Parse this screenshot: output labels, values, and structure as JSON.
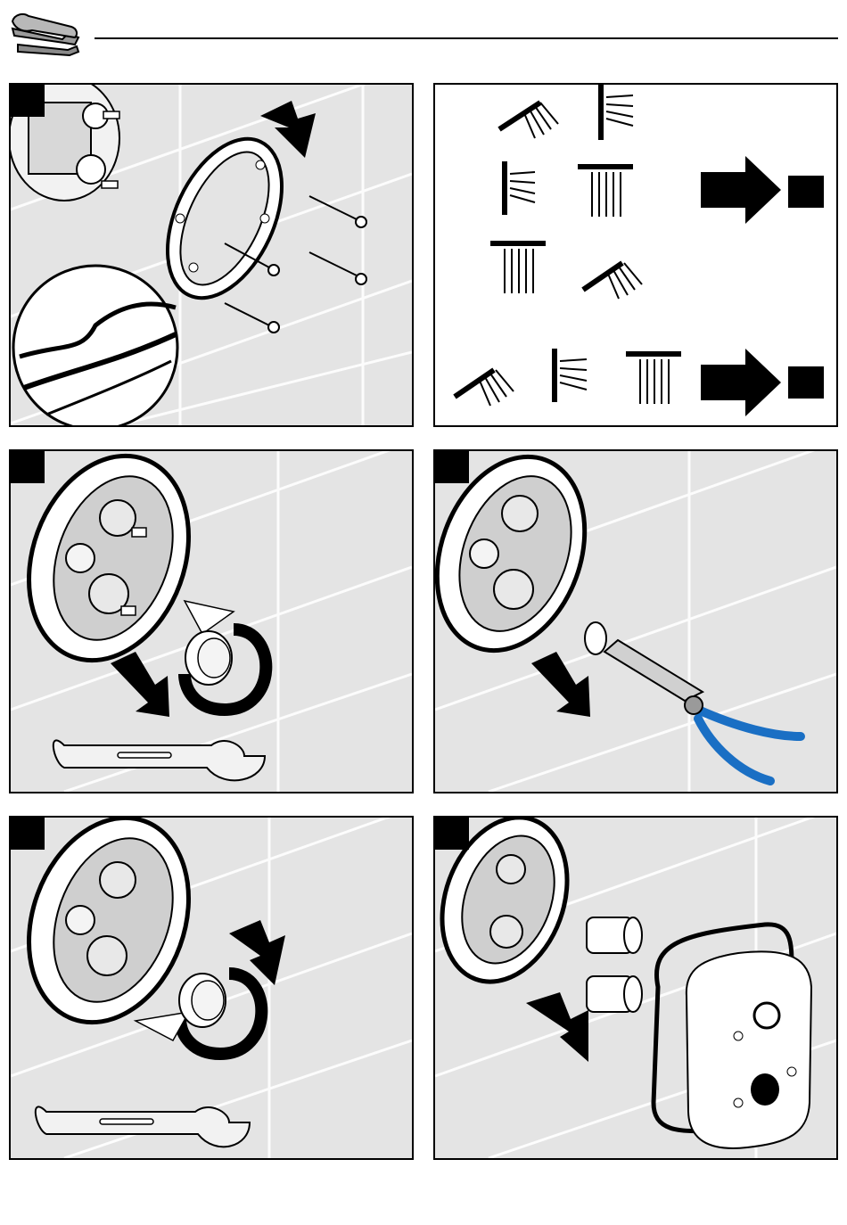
{
  "header": {
    "icon": "wrench-screwdriver-icon"
  },
  "panels": [
    {
      "id": "step-1",
      "icons": [
        "valve-body-icon",
        "trim-ring-icon",
        "screw-icon",
        "arrow-icon",
        "detail-magnifier-icon"
      ]
    },
    {
      "id": "outlet-legend",
      "icons": [
        "shower-head-icon",
        "wall-outlet-icon",
        "rain-shower-icon",
        "arrow-right-icon",
        "outlet-box-icon"
      ]
    },
    {
      "id": "step-2",
      "icons": [
        "valve-body-icon",
        "cap-nut-icon",
        "rotate-arrow-icon",
        "spanner-icon"
      ]
    },
    {
      "id": "step-3",
      "icons": [
        "valve-body-icon",
        "pliers-icon",
        "cartridge-icon",
        "arrow-icon"
      ]
    },
    {
      "id": "step-4",
      "icons": [
        "valve-body-icon",
        "cap-nut-icon",
        "rotate-arrow-icon",
        "spanner-icon"
      ]
    },
    {
      "id": "step-5",
      "icons": [
        "valve-body-icon",
        "sleeve-icon",
        "escutcheon-plate-icon",
        "seal-icon",
        "arrow-icon"
      ]
    }
  ],
  "colors": {
    "pliers_handle": "#1a6fc4",
    "tile_background": "#e4e4e4",
    "ink": "#000000"
  }
}
